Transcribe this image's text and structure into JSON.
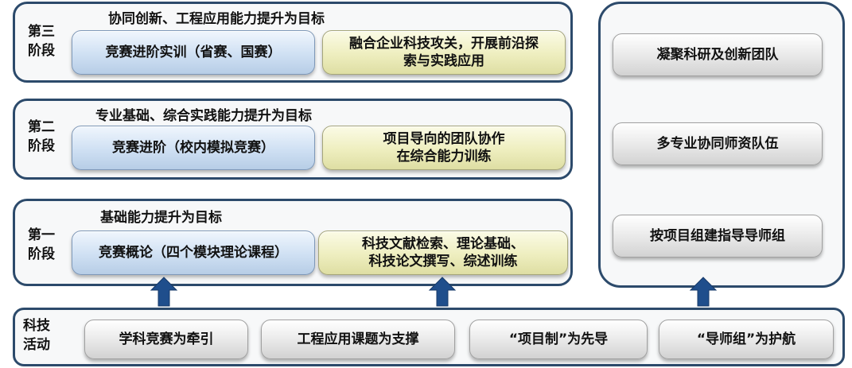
{
  "colors": {
    "panel_border": "#2c4a6b",
    "arrow": "#1f4e8c",
    "blue_box": "#cfe0f3",
    "yellow_box": "#eeeebf",
    "gray_box": "#e6e6e6"
  },
  "stage3": {
    "title": "协同创新、工程应用能力提升为目标",
    "label_line1": "第三",
    "label_line2": "阶段",
    "left_box": "竞赛进阶实训（省赛、国赛）",
    "right_box_line1": "融合企业科技攻关，开展前沿探",
    "right_box_line2": "索与实践应用"
  },
  "stage2": {
    "title": "专业基础、综合实践能力提升为目标",
    "label_line1": "第二",
    "label_line2": "阶段",
    "left_box": "竞赛进阶（校内模拟竞赛）",
    "right_box_line1": "项目导向的团队协作",
    "right_box_line2": "在综合能力训练"
  },
  "stage1": {
    "title": "基础能力提升为目标",
    "label_line1": "第一",
    "label_line2": "阶段",
    "left_box": "竞赛概论（四个模块理论课程）",
    "right_box_line1": "科技文献检索、理论基础、",
    "right_box_line2": "科技论文撰写、综述训练"
  },
  "teachers": {
    "items": [
      "凝聚科研及创新团队",
      "多专业协同师资队伍",
      "按项目组建指导导师组"
    ]
  },
  "activities": {
    "label_line1": "科技",
    "label_line2": "活动",
    "items": [
      "学科竞赛为牵引",
      "工程应用课题为支撑",
      "“项目制”为先导",
      "“导师组”为护航"
    ]
  }
}
